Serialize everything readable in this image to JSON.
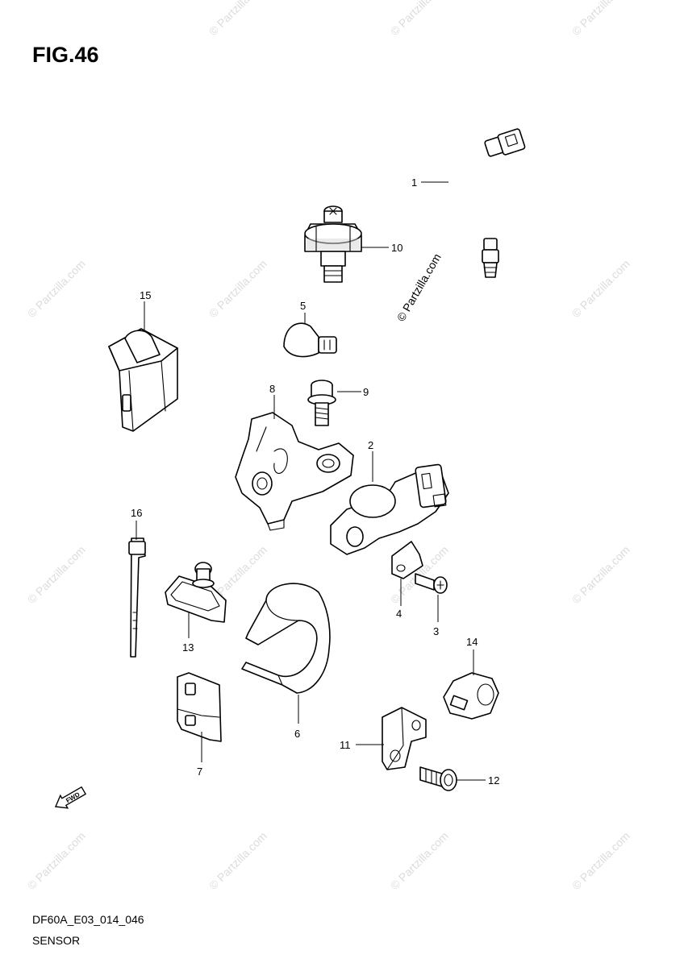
{
  "figure": {
    "title": "FIG.46",
    "diagram_code": "DF60A_E03_014_046",
    "section_name": "SENSOR"
  },
  "watermark": {
    "text": "© Partzilla.com"
  },
  "parts": [
    {
      "number": "1"
    },
    {
      "number": "2"
    },
    {
      "number": "3"
    },
    {
      "number": "4"
    },
    {
      "number": "5"
    },
    {
      "number": "6"
    },
    {
      "number": "7"
    },
    {
      "number": "8"
    },
    {
      "number": "9"
    },
    {
      "number": "10"
    },
    {
      "number": "11"
    },
    {
      "number": "12"
    },
    {
      "number": "13"
    },
    {
      "number": "14"
    },
    {
      "number": "15"
    },
    {
      "number": "16"
    }
  ],
  "direction_arrow": {
    "label": "FWD",
    "icon": "forward-arrow-icon"
  }
}
